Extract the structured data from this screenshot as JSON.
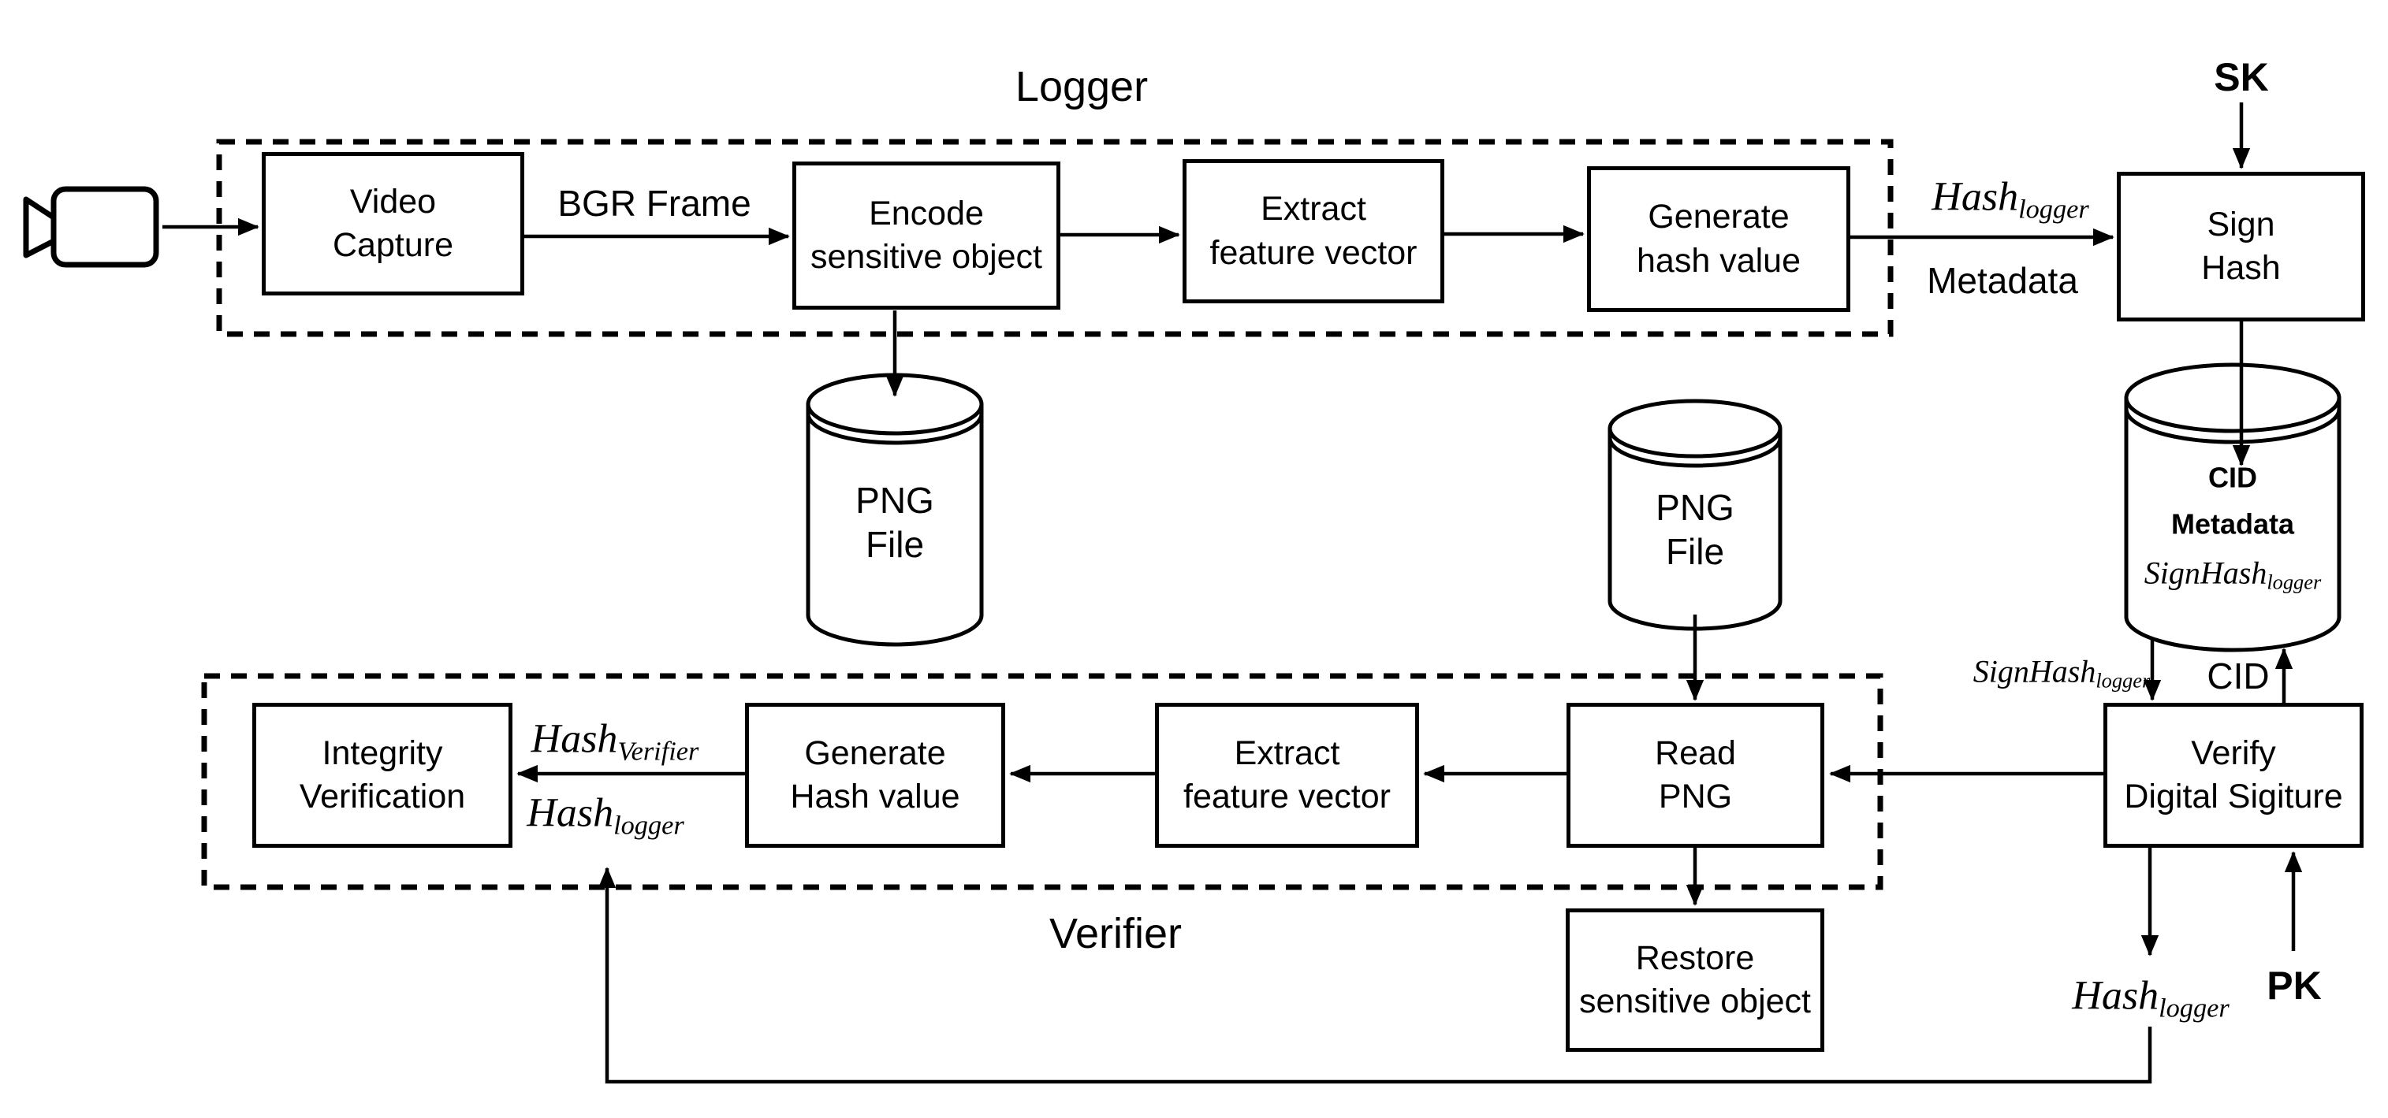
{
  "colors": {
    "stroke": "#000000",
    "background": "#ffffff"
  },
  "logger_section": {
    "title": "Logger",
    "video_capture": "Video\nCapture",
    "encode": "Encode\nsensitive object",
    "extract": "Extract\nfeature vector",
    "generate": "Generate\nhash value",
    "sign_hash": "Sign\nHash",
    "bgr_frame_label": "BGR Frame",
    "hash_logger_label": {
      "base": "Hash",
      "sub": "logger"
    },
    "metadata_label": "Metadata",
    "sk_label": "SK"
  },
  "storage": {
    "png_file_left": "PNG\nFile",
    "png_file_mid": "PNG\nFile",
    "cid_store": {
      "line1": "CID",
      "line2": "Metadata",
      "sign": {
        "base": "SignHash",
        "sub": "logger"
      }
    }
  },
  "verifier_section": {
    "title": "Verifier",
    "integrity": "Integrity\nVerification",
    "generate": "Generate\nHash value",
    "extract": "Extract\nfeature vector",
    "read_png": "Read\nPNG",
    "restore": "Restore\nsensitive object",
    "verify": "Verify\nDigital Sigiture",
    "hash_verifier_label": {
      "base": "Hash",
      "sub": "Verifier"
    },
    "hash_logger_label": {
      "base": "Hash",
      "sub": "logger"
    },
    "signhash_label": {
      "base": "SignHash",
      "sub": "logger"
    },
    "cid_label": "CID",
    "hash_logger_out_label": {
      "base": "Hash",
      "sub": "logger"
    },
    "pk_label": "PK"
  }
}
